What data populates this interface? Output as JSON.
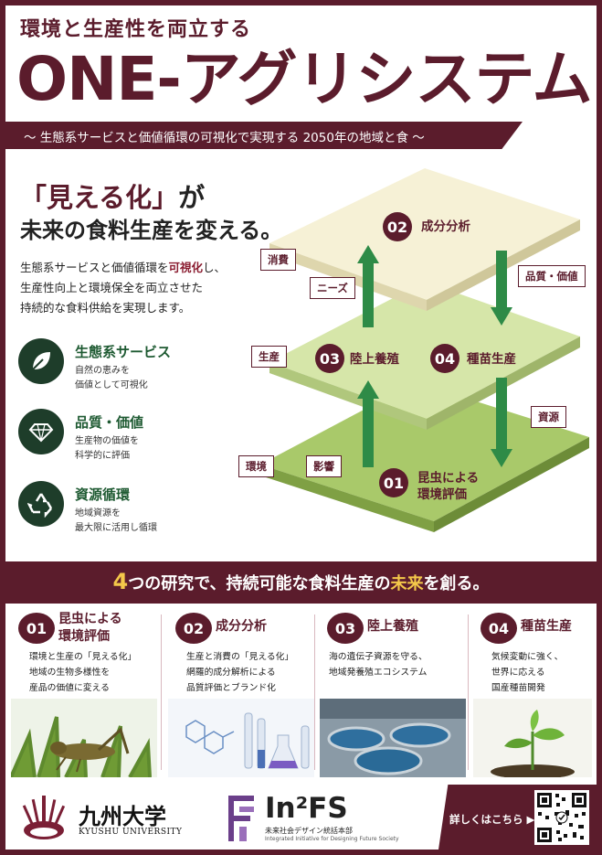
{
  "header": {
    "top_title": "環境と生産性を両立する",
    "main_title": "ONE-アグリシステム",
    "subtitle": "～ 生態系サービスと価値循環の可視化で実現する 2050年の地域と食 ～"
  },
  "intro": {
    "headline_a": "「見える化」",
    "headline_b": "が",
    "headline2": "未来の食料生産を変える。",
    "body_1": "生態系サービスと価値循環を",
    "body_hl": "可視化",
    "body_2": "し、",
    "body_line2": "生産性向上と環境保全を両立させた",
    "body_line3": "持続的な食料供給を実現します。"
  },
  "features": [
    {
      "title": "生態系サービス",
      "desc1": "自然の恵みを",
      "desc2": "価値として可視化",
      "icon": "leaf-icon"
    },
    {
      "title": "品質・価値",
      "desc1": "生産物の価値を",
      "desc2": "科学的に評価",
      "icon": "diamond-icon"
    },
    {
      "title": "資源循環",
      "desc1": "地域資源を",
      "desc2": "最大限に活用し循環",
      "icon": "recycle-icon"
    }
  ],
  "diagram": {
    "labels": {
      "consumption": "消費",
      "needs": "ニーズ",
      "quality": "品質・価値",
      "production": "生産",
      "resources": "資源",
      "environment": "環境",
      "impact": "影響"
    },
    "nodes": [
      {
        "num": "02",
        "label": "成分分析"
      },
      {
        "num": "03",
        "label": "陸上養殖"
      },
      {
        "num": "04",
        "label": "種苗生産"
      },
      {
        "num": "01",
        "label1": "昆虫による",
        "label2": "環境評価"
      }
    ]
  },
  "band": {
    "num": "4",
    "text1": "つの研究で、持続可能な食料生産の",
    "highlight": "未来",
    "text2": "を創る。"
  },
  "research": [
    {
      "num": "01",
      "title1": "昆虫による",
      "title2": "環境評価",
      "desc1": "環境と生産の「見える化」",
      "desc2": "地域の生物多様性を",
      "desc3": "産品の価値に変える"
    },
    {
      "num": "02",
      "title1": "成分分析",
      "title2": "",
      "desc1": "生産と消費の「見える化」",
      "desc2": "網羅的成分解析による",
      "desc3": "品質評価とブランド化"
    },
    {
      "num": "03",
      "title1": "陸上養殖",
      "title2": "",
      "desc1": "海の遺伝子資源を守る、",
      "desc2": "地域発養殖エコシステム",
      "desc3": ""
    },
    {
      "num": "04",
      "title1": "種苗生産",
      "title2": "",
      "desc1": "気候変動に強く、",
      "desc2": "世界に応える",
      "desc3": "国産種苗開発"
    }
  ],
  "footer": {
    "kyushu_name": "九州大学",
    "kyushu_en": "KYUSHU UNIVERSITY",
    "infs_name": "In²FS",
    "infs_ja": "未来社会デザイン統括本部",
    "infs_en": "Integrated Initiative for Designing Future Society",
    "more": "詳しくはこちら ▶"
  },
  "colors": {
    "brand": "#5b1c2c",
    "green_dark": "#1e3d2a",
    "green_arrow": "#2e8b47",
    "gold": "#f4c84a"
  }
}
